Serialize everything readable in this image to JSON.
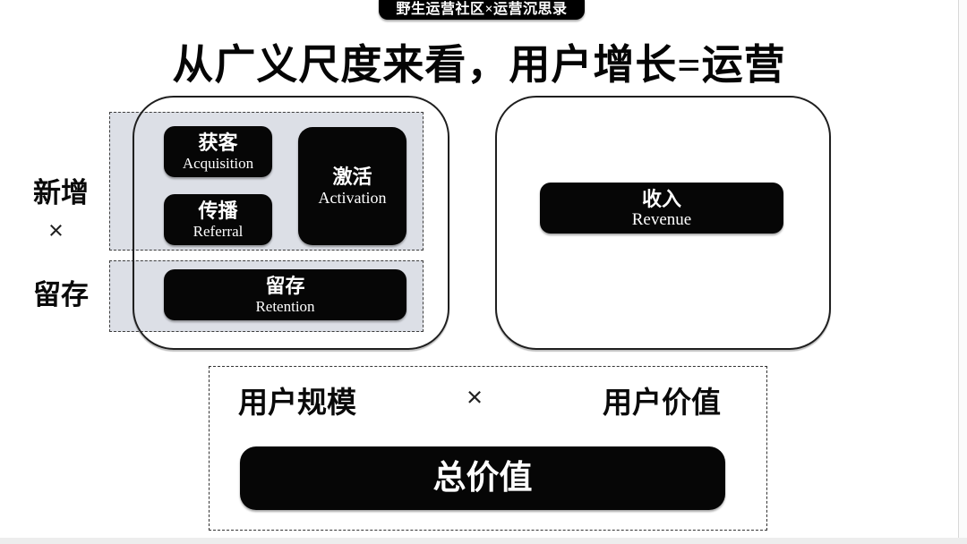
{
  "header": {
    "badge": "野生运营社区×运营沉思录",
    "title": "从广义尺度来看，用户增长=运营"
  },
  "left_axis": {
    "new_label": "新增",
    "multiply": "×",
    "retain_label": "留存"
  },
  "funnel": {
    "acquisition": {
      "zh": "获客",
      "en": "Acquisition"
    },
    "activation": {
      "zh": "激活",
      "en": "Activation"
    },
    "referral": {
      "zh": "传播",
      "en": "Referral"
    },
    "retention": {
      "zh": "留存",
      "en": "Retention"
    },
    "revenue": {
      "zh": "收入",
      "en": "Revenue"
    }
  },
  "equation": {
    "user_scale": "用户规模",
    "multiply": "×",
    "user_value": "用户价值",
    "total_value": "总价值"
  },
  "colors": {
    "pill_bg": "#060606",
    "panel_fill": "#dcdfe6",
    "line": "#1f1f1f"
  }
}
